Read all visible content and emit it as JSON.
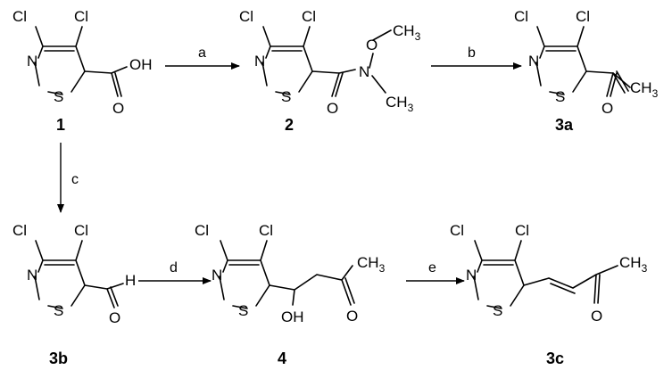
{
  "atoms": {
    "cl": "Cl",
    "n": "N",
    "s": "S",
    "o": "O",
    "oh": "OH",
    "h": "H",
    "ch": "CH",
    "three": "3"
  },
  "compounds": {
    "c1": "1",
    "c2": "2",
    "c3a": "3a",
    "c3b": "3b",
    "c4": "4",
    "c3c": "3c"
  },
  "conditions": {
    "a": "a",
    "b": "b",
    "c": "c",
    "d": "d",
    "e": "e"
  }
}
